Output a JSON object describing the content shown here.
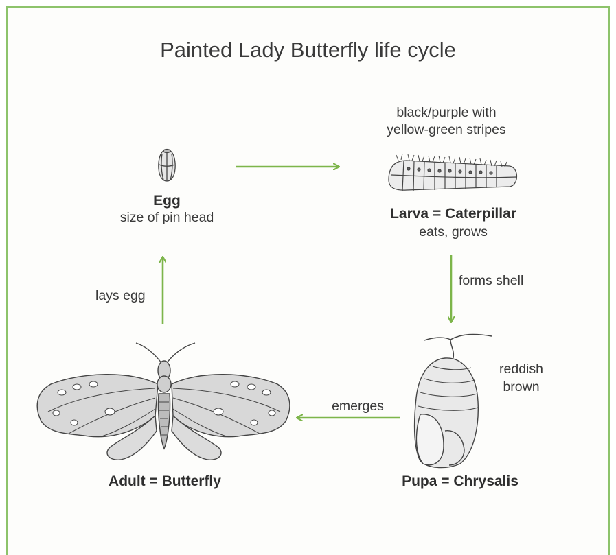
{
  "title": "Painted Lady Butterfly life cycle",
  "colors": {
    "arrow": "#7db54a",
    "border": "#8dc36b",
    "ink": "#333333"
  },
  "stages": {
    "egg": {
      "name": "Egg",
      "desc": "size of pin head"
    },
    "larva": {
      "name": "Larva = Caterpillar",
      "desc": "eats, grows",
      "note_line1": "black/purple with",
      "note_line2": "yellow-green stripes"
    },
    "pupa": {
      "name": "Pupa = Chrysalis",
      "note_line1": "reddish",
      "note_line2": "brown"
    },
    "adult": {
      "name": "Adult = Butterfly"
    }
  },
  "transitions": {
    "larva_to_pupa": "forms shell",
    "pupa_to_adult": "emerges",
    "adult_to_egg": "lays egg"
  },
  "icons": [
    "egg-icon",
    "caterpillar-icon",
    "chrysalis-icon",
    "butterfly-icon"
  ]
}
